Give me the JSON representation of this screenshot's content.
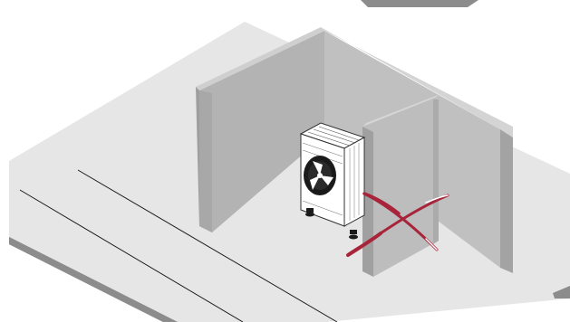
{
  "diagram": {
    "subject": "heat-pump-outdoor-unit-placement",
    "elements": [
      "ceiling-slab",
      "ground-slab",
      "road-markings",
      "back-wall",
      "side-wall",
      "outdoor-unit",
      "prohibited-cross"
    ]
  },
  "colors": {
    "background": "#ffffff",
    "ground_top": "#e6e6e6",
    "ground_side": "#8c8c8c",
    "wall_face": "#b3b3b3",
    "wall_edge": "#c4c4c4",
    "wall_shadow": "#a3a3a3",
    "unit_body": "#ffffff",
    "unit_outline": "#333333",
    "fan": "#1a1a1a",
    "cross": "#a8243a"
  }
}
